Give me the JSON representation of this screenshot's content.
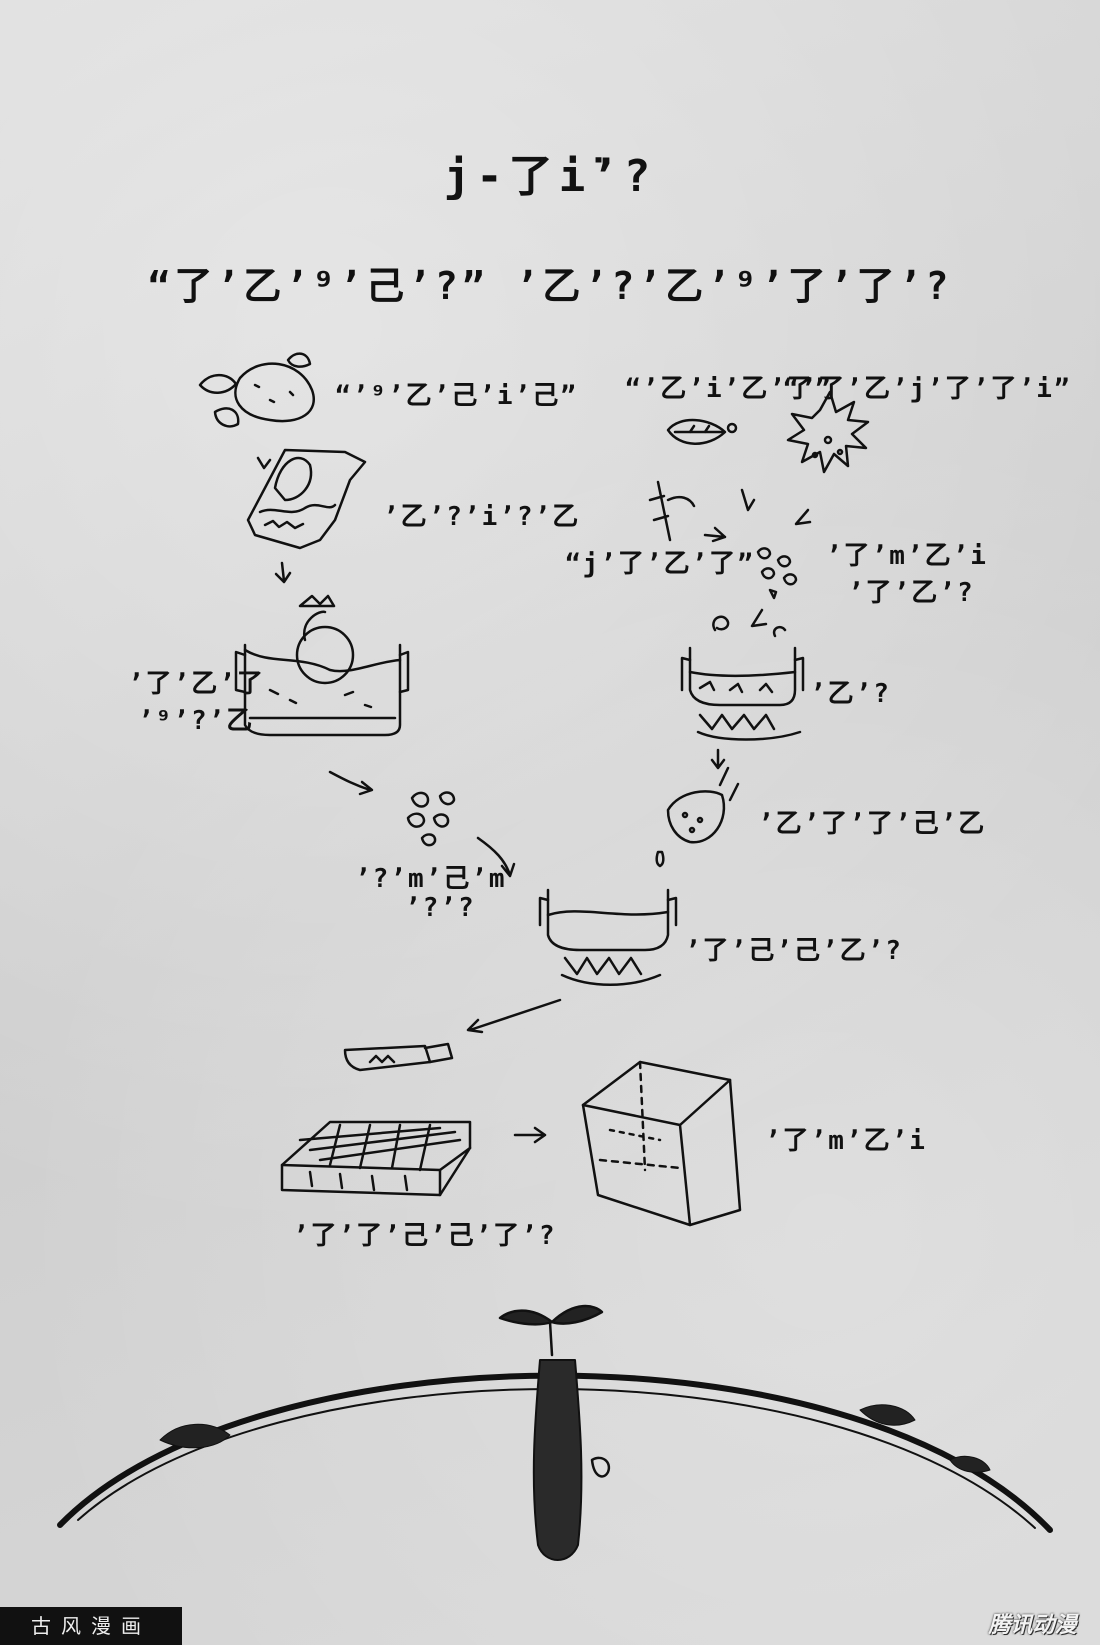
{
  "page": {
    "title": "j-了i̇ʼ?",
    "subtitle": "“了ʼ乙ʼ⁹ʼ己ʼ?” ʼ乙ʼ?ʼ乙ʼ⁹ʼ了ʼ了ʼ?"
  },
  "labels": {
    "quote_a": "“ʼ⁹ʼ乙ʼ己ʼiʼ己”",
    "quote_b": "“ʼ乙ʼiʼ乙ʼ了”",
    "quote_c": "“ʼ了ʼ乙ʼjʼ了ʼ了ʼi”",
    "step_peel": "ʼ乙ʼ?ʼiʼ?ʼ乙",
    "step_stem": "“jʼ了ʼ乙ʼ了”",
    "step_seed_1": "ʼ了ʼmʼ乙ʼi",
    "step_seed_2": "ʼ了ʼ乙ʼ?",
    "step_pot_left_1": "ʼ了ʼ乙ʼ了",
    "step_pot_left_2": "ʼ⁹ʼ?ʼ乙",
    "step_pot_right": "ʼ乙ʼ?",
    "step_strain": "ʼ乙ʼ了ʼ了ʼ己ʼ乙",
    "step_mash_1": "ʼ?ʼmʼ己ʼm",
    "step_mash_2": "ʼ?ʼ?",
    "step_boil": "ʼ了ʼ己ʼ己ʼ乙ʼ?",
    "step_cut": "ʼ了ʼ了ʼ己ʼ己ʼ了ʼ?",
    "step_cube": "ʼ了ʼmʼ乙ʼi"
  },
  "footer": {
    "left_text": "古风漫画",
    "right_text": "腾讯动漫"
  },
  "colors": {
    "ink": "#111111",
    "paper": "#d6d6d6"
  },
  "icons": {
    "sweet_potato": "sweet-potato-icon",
    "leaf": "leaf-icon",
    "spiky_fruit": "spiky-fruit-icon",
    "stem": "stem-icon",
    "seeds": "seeds-icon",
    "pot": "pot-icon",
    "strainer": "strainer-icon",
    "knife": "knife-icon",
    "cube": "cube-icon",
    "slab": "slab-icon",
    "planet": "planet-icon",
    "sprout": "sprout-icon"
  }
}
